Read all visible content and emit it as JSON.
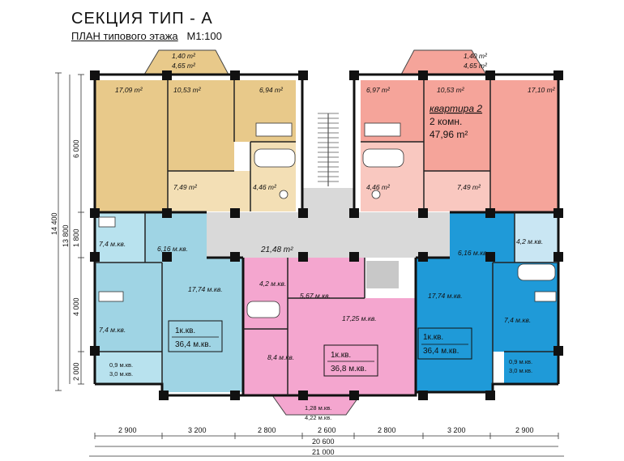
{
  "header": {
    "title": "СЕКЦИЯ   ТИП - А",
    "subtitle": "ПЛАН типового этажа",
    "scale": "М1:100"
  },
  "colors": {
    "tan": "#e8c98a",
    "tan_light": "#f3dfb5",
    "salmon": "#f5a49a",
    "salmon_light": "#f9c8c0",
    "light_blue": "#9fd4e4",
    "light_blue_wet": "#b8e2ee",
    "pink": "#f4a6cf",
    "blue": "#1f9ad8",
    "blue_wet": "#c9e6f3",
    "corridor": "#d9d9d9",
    "wall": "#111111"
  },
  "labels": {
    "balcony_tl_a": "1,40 m²",
    "balcony_tl_b": "4,65 m²",
    "balcony_tr_a": "1,40 m²",
    "balcony_tr_b": "4,65 m²",
    "tl_room1": "17,09 m²",
    "tl_room2": "10,53 m²",
    "tl_kitchen": "6,94 m²",
    "tl_hall": "7,49 m²",
    "tl_bath": "4,46 m²",
    "tr_kitchen": "6,97 m²",
    "tr_room2": "10,53 m²",
    "tr_room1": "17,10 m²",
    "tr_hall": "7,49 m²",
    "tr_bath": "4,46 m²",
    "apt2_title": "квартира 2",
    "apt2_rooms": "2 комн.",
    "apt2_area": "47,96 m²",
    "corridor_area": "21,48 m²",
    "lb_bath": "7,4 м.кв.",
    "lb_hall": "6,16 м.кв.",
    "lb_room": "17,74 м.кв.",
    "lb_kitchen": "7,4 м.кв.",
    "lb_balc_a": "0,9 м.кв.",
    "lb_balc_b": "3,0 м.кв.",
    "lb_apt_a": "1к.кв.",
    "lb_apt_b": "36,4 м.кв.",
    "p_bath": "4,2 м.кв.",
    "p_hall": "5,67 м.кв.",
    "p_room": "17,25 м.кв.",
    "p_kitchen": "8,4 м.кв.",
    "p_apt_a": "1к.кв.",
    "p_apt_b": "36,8 м.кв.",
    "p_balc_a": "1,28 м.кв.",
    "p_balc_b": "4,22 м.кв.",
    "rb_hall": "6,16 м.кв.",
    "rb_bath": "4,2 м.кв.",
    "rb_room": "17,74 м.кв.",
    "rb_kitchen": "7,4 м.кв.",
    "rb_apt_a": "1к.кв.",
    "rb_apt_b": "36,4 м.кв.",
    "rb_balc_a": "0,9 м.кв.",
    "rb_balc_b": "3,0 м.кв."
  },
  "dimensions": {
    "left_total_outer": "14 400",
    "left_total_inner": "13 800",
    "left_6000": "6 000",
    "left_1800": "1 800",
    "left_4000": "4 000",
    "left_2000": "2 000",
    "bottom_segments": [
      "2 900",
      "3 200",
      "2 800",
      "2 600",
      "2 800",
      "3 200",
      "2 900"
    ],
    "bottom_inner": "20 600",
    "bottom_total": "21 000"
  }
}
